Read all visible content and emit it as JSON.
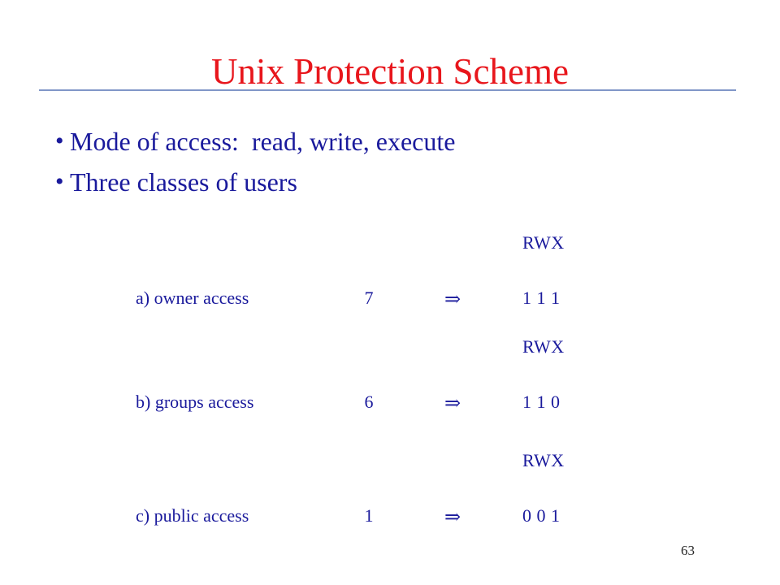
{
  "slide": {
    "title": "Unix Protection Scheme",
    "page_number": "63",
    "colors": {
      "title_red": "#e8161c",
      "body_blue": "#1a1a9c",
      "rule_blue": "#8096c8",
      "page_number": "#262626",
      "background": "#ffffff"
    }
  },
  "bullets": [
    {
      "marker": "•",
      "text": "Mode of access:  read, write, execute"
    },
    {
      "marker": "•",
      "text": "Three classes of users"
    }
  ],
  "access_table": {
    "header_label": "RWX",
    "arrow": "⇒",
    "rows": [
      {
        "header": "RWX",
        "label": "a) owner access",
        "octal": "7",
        "arrow": "⇒",
        "bits": "1 1 1"
      },
      {
        "header": "RWX",
        "label": "b) groups access",
        "octal": "6",
        "arrow": "⇒",
        "bits": "1 1 0"
      },
      {
        "header": "RWX",
        "label": "c) public access",
        "octal": "1",
        "arrow": "⇒",
        "bits": "0 0 1"
      }
    ]
  }
}
